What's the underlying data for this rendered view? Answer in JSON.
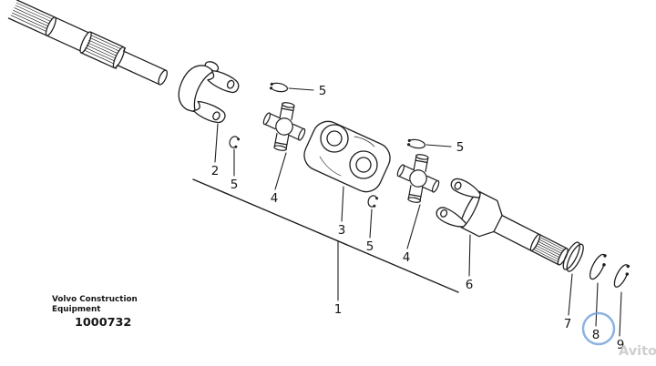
{
  "colors": {
    "line": "#1f1f1f",
    "watermark_blue": "#6f9fd8",
    "watermark_gray": "#c3c3c3"
  },
  "callouts": {
    "c1": "1",
    "c2": "2",
    "c3": "3",
    "c4a": "4",
    "c4b": "4",
    "c5a": "5",
    "c5b": "5",
    "c5c": "5",
    "c5d": "5",
    "c6": "6",
    "c7": "7",
    "c8": "8",
    "c9": "9"
  },
  "footer": {
    "brand_line1": "Volvo Construction",
    "brand_line2": "Equipment",
    "part_number": "1000732"
  },
  "watermark": {
    "text": "Avito"
  }
}
